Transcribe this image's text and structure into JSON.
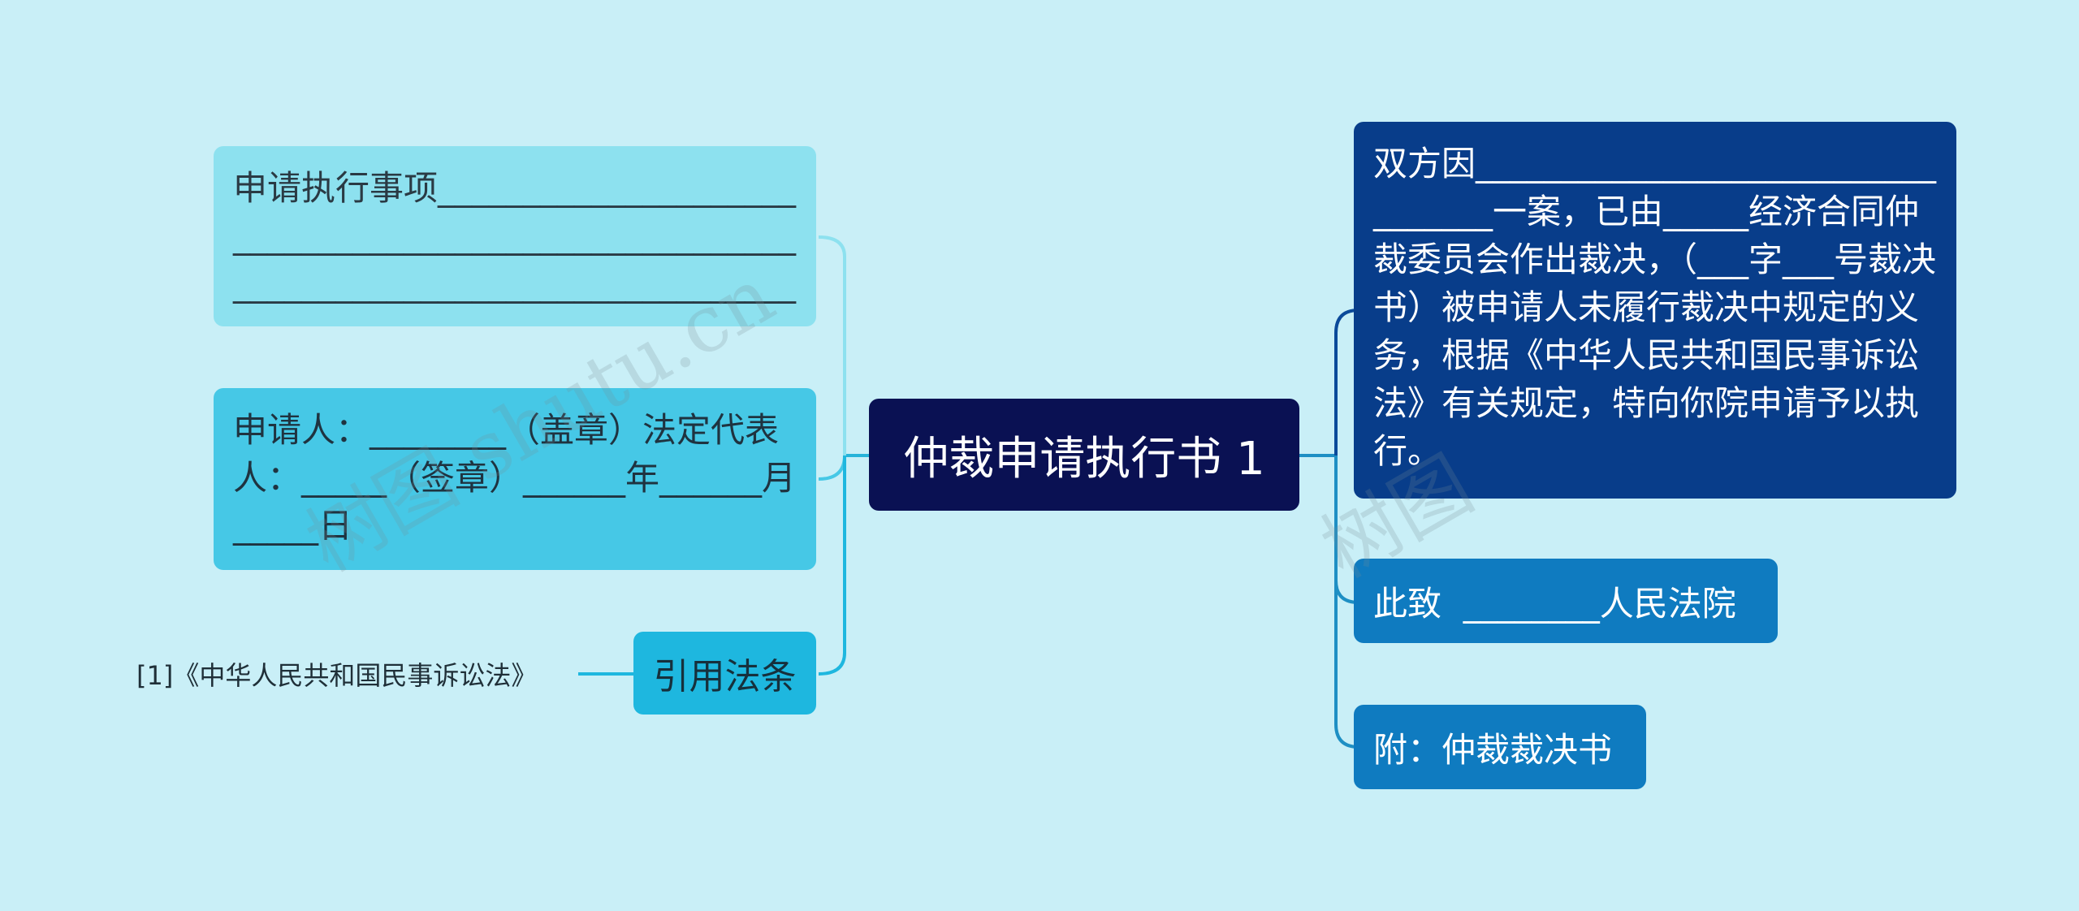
{
  "central": {
    "label": "仲裁申请执行书 1"
  },
  "left_nodes": [
    {
      "id": "execution-items",
      "text": "申请执行事项_______________________________________________________________________________________________"
    },
    {
      "id": "applicant",
      "text": "申请人：________（盖章）法定代表人：_____（签章）______年______月_____日"
    },
    {
      "id": "cited-law",
      "text": "引用法条"
    }
  ],
  "cited_law_leaf": {
    "text": "[1]《中华人民共和国民事诉讼法》"
  },
  "right_nodes": [
    {
      "id": "case-facts",
      "text": "双方因__________________________________一案，已由_____经济合同仲裁委员会作出裁决，（___字___号裁决书）被申请人未履行裁决中规定的义务，根据《中华人民共和国民事诉讼法》有关规定，特向你院申请予以执行。"
    },
    {
      "id": "addressee",
      "text": "此致  ________人民法院"
    },
    {
      "id": "attachment",
      "text": "附：仲裁裁决书"
    }
  ],
  "watermarks": [
    "树图 shutu.cn",
    "树图"
  ],
  "colors": {
    "background": "#c9eff7",
    "central_fill": "#0a1153",
    "right_dark": "#083d8a",
    "right_mid": "#0f7bc0",
    "left_light": "#8de1ef",
    "left_mid": "#46c8e6",
    "left_cite": "#1eb7df",
    "connector": "#26b3d9"
  }
}
